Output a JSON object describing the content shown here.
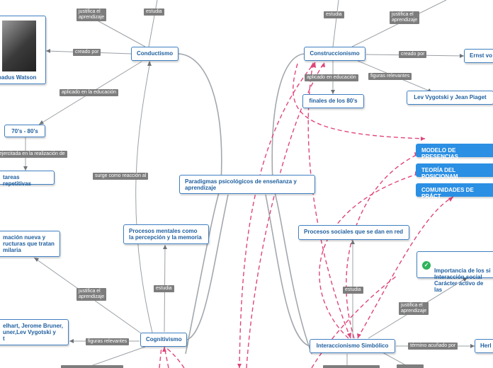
{
  "center": "Paradigmas psicológicos de enseñanza y\naprendizaje",
  "conductismo": {
    "title": "Conductismo",
    "creator": "oadus Watson",
    "era": "70's - 80's",
    "tasks": "tareas repetitivas",
    "labels": {
      "justifica": "justifica el\naprendizaje",
      "estudia": "estudia",
      "creado_por": "creado por",
      "aplicado": "aplicado en la educación",
      "ejercitada": "ejercitada en la realización de"
    }
  },
  "construccionismo": {
    "title": "Construccionismo",
    "creator": "Ernst vo",
    "era": "finales de los 80's",
    "figures": "Lev Vygotski y Jean Piaget",
    "labels": {
      "estudia": "estudia",
      "justifica": "justifica el\naprendizaje",
      "creado_por": "creado por",
      "aplicado": "aplicado en educación",
      "figuras": "figuras relevantes"
    }
  },
  "models": [
    "MODELO DE PRESENCIAS",
    "TEORÍA DEL POSICIONAM",
    "COMUNIDADES DE PRÁCT"
  ],
  "cognitivismo": {
    "title": "Cognitivismo",
    "studies": "Procesos mentales como\nla percepción y la memoria",
    "info": "mación nueva y\nructuras que tratan\nmilaria",
    "figures": "elhart, Jerome Bruner,\nuner,Lev Vygotski y\nt",
    "labels": {
      "surge": "surge como reacción al",
      "estudia": "estudia",
      "justifica": "justifica el\naprendizaje",
      "figuras": "figuras relevantes"
    }
  },
  "interaccionismo": {
    "title": "Interaccionismo Simbólico",
    "studies": "Procesos sociales que se dan en red",
    "importance": "Importancia de los si\nInteracción social\nCarácter activo de las",
    "term": "Herl",
    "labels": {
      "estudia": "estudia",
      "justifica": "justifica el\naprendizaje",
      "termino": "término acuñado por"
    }
  },
  "colors": {
    "node_border": "#3f7fc1",
    "node_text": "#1f5f9f",
    "filled": "#2b8fe3",
    "label_bg": "#7d7d7d",
    "dashed": "#e0457b",
    "branch": "#9aa0a6",
    "check": "#2fb35a"
  }
}
